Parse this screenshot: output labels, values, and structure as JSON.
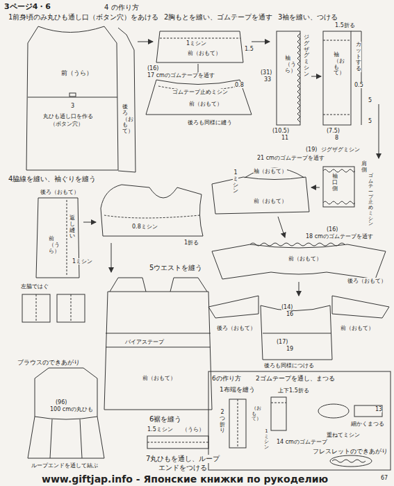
{
  "diagram": {
    "title": "3ページ4・6",
    "labels": [
      "4 の作り方",
      "1前身頃のみ丸ひも通し口（ボタン穴）をあける",
      "前（うら）",
      "後ろ（おもて）",
      "3",
      "丸ひも通し口を作る",
      "（ボタン穴）",
      "2胸もとを縫い、ゴムテープを通す",
      "1ミシン",
      "1.5",
      "前（おもて）",
      "(16)",
      "17 cmのゴムテープを通す",
      "0.8",
      "ゴムテープ止めミシン",
      "前（おもて）",
      "後ろも同様に縫う",
      "3袖を縫い、つける",
      "1.5折る",
      "ジグザグミシン",
      "カットする",
      "0.5",
      "(31)",
      "33",
      "袖（うら）",
      "袖（おもて）",
      "(10.5)",
      "11",
      "(7.5)",
      "8",
      "5",
      "5",
      "(19)",
      "21 cmのゴムテープを通す",
      "ジグザグミシン",
      "袖口側",
      "肩側",
      "ゴムテープ止めミシン",
      "1ミシン",
      "袖（おもて）",
      "前（おもて）",
      "(16)",
      "18 cmのゴムテープを通す",
      "前（おもて）",
      "後ろ（おもて）",
      "4脇線を縫い、袖ぐりを縫う",
      "後ろ（おもて）",
      "返し縫い",
      "前（うら）",
      "1ミシン",
      "0.8ミシン",
      "1折る",
      "5ウエストを縫う",
      "左脇ではぐ",
      "バイアステープ",
      "前（おもて）",
      "ブラウスのできあがり",
      "(96)",
      "100 cmの丸ひも",
      "ループエンドを通して結ぶ",
      "6裾を縫う",
      "1.5ミシン",
      "（うら）",
      "7丸ひもを通し、ループ",
      "エンドをつける",
      "後ろ（おもて）",
      "前（おもて）",
      "(14)",
      "16",
      "(17)",
      "19",
      "後ろも同様につける",
      "6の作り方",
      "2ゴムテープを通し、まつる",
      "1布端を縫う",
      "上下1.5折る",
      "2つ折り",
      "（おもて）",
      "1ミシン",
      "14 cmのゴムテープ",
      "重ねてミシン",
      "細かくまつる",
      "13",
      "フレスレットのできあがり",
      "67",
      "www.giftjap.info - Японские книжки по рукоделию"
    ]
  }
}
